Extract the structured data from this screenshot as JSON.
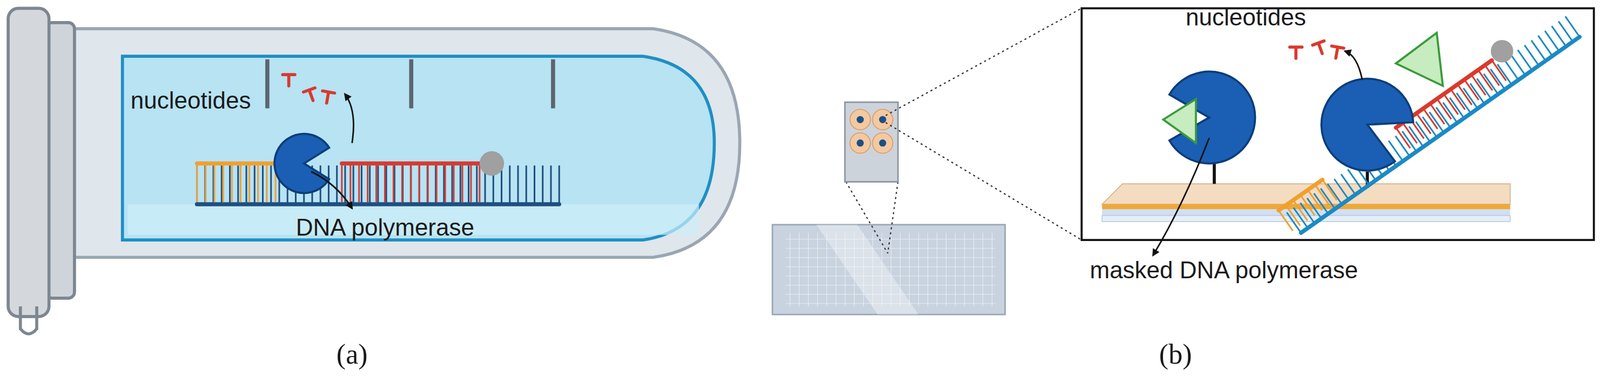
{
  "diagram": {
    "labels": [
      "nucleotides",
      "DNA polymerase",
      "(a)",
      "nucleotides",
      "masked DNA polymerase",
      "(b)"
    ]
  }
}
